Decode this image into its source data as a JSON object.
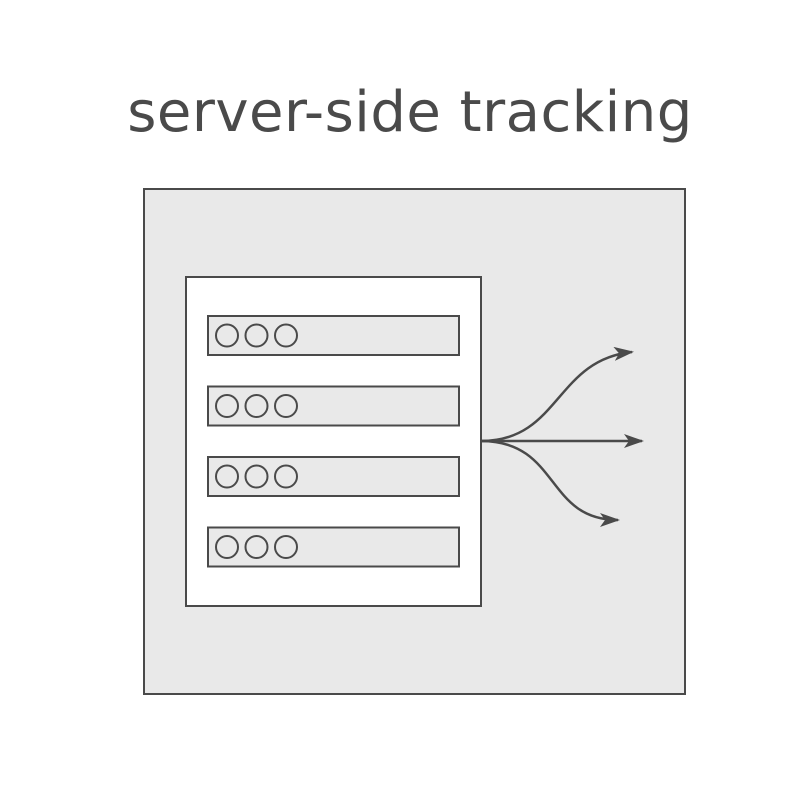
{
  "title": "server-side tracking",
  "colors": {
    "stroke": "#4a4a4a",
    "panel_fill": "#e9e9e9",
    "server_fill": "#ffffff",
    "background": "#ffffff"
  },
  "server": {
    "slots": [
      {
        "indicators": 3
      },
      {
        "indicators": 3
      },
      {
        "indicators": 3
      },
      {
        "indicators": 3
      }
    ]
  },
  "arrows": [
    {
      "direction": "up-right"
    },
    {
      "direction": "right"
    },
    {
      "direction": "down-right"
    }
  ]
}
